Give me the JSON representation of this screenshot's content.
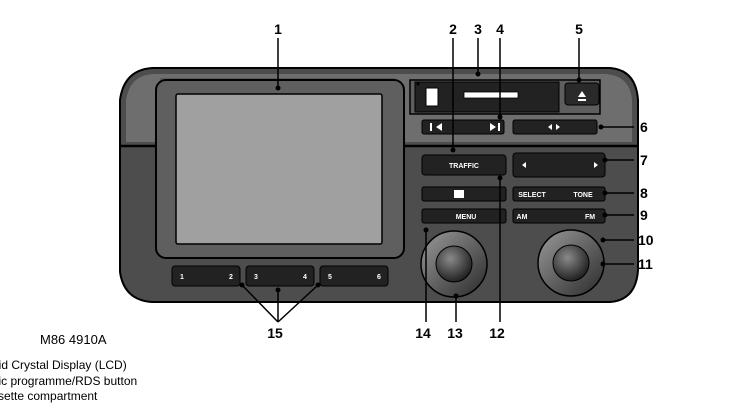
{
  "figure_code": "M86 4910A",
  "callouts": [
    "1",
    "2",
    "3",
    "4",
    "5",
    "6",
    "7",
    "8",
    "9",
    "10",
    "11",
    "12",
    "13",
    "14",
    "15"
  ],
  "buttons": {
    "traffic": "TRAFFIC",
    "select": "SELECT",
    "tone": "TONE",
    "am": "AM",
    "fm": "FM",
    "menu": "MENU",
    "preset1": "1",
    "preset2": "2",
    "preset3": "3",
    "preset4": "4",
    "preset5": "5",
    "preset6": "6"
  },
  "legend": [
    "uid Crystal Display (LCD)",
    "ffic programme/RDS button",
    "ssette compartment"
  ],
  "icons": [
    "eject-icon",
    "rewind-icon",
    "forward-icon",
    "seek-left-icon",
    "seek-right-icon",
    "cassette-icon"
  ]
}
